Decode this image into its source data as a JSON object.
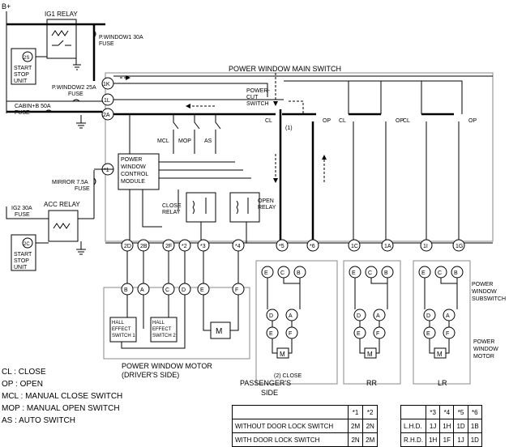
{
  "supply_label": "B+",
  "relays": {
    "ig1": "IG1 RELAY",
    "acc": "ACC RELAY",
    "close": "CLOSE\nRELAY",
    "open": "OPEN\nRELAY",
    "close_l1": "CLOSE",
    "close_l2": "RELAY",
    "open_l1": "OPEN",
    "open_l2": "RELAY"
  },
  "units": {
    "start_stop_top": [
      "START",
      "STOP",
      "UNIT"
    ],
    "start_stop_bottom": [
      "START",
      "STOP",
      "UNIT"
    ],
    "start_stop_top_id": "2S",
    "start_stop_bottom_id": "2C",
    "pw_module": [
      "POWER",
      "WINDOW",
      "CONTROL",
      "MODULE"
    ]
  },
  "fuses": {
    "pwindow1": [
      "P.WINDOW1 30A",
      "FUSE"
    ],
    "pwindow2": [
      "P.WINDOW2 25A",
      "FUSE"
    ],
    "cabin": [
      "CABIN+B 50A",
      "FUSE"
    ],
    "mirror": [
      "MIRROR 7.5A",
      "FUSE"
    ],
    "ig2": [
      "IG2 30A",
      "FUSE"
    ]
  },
  "main_switch": {
    "title": "POWER WINDOW MAIN SWITCH",
    "power_cut": [
      "POWER-",
      "CUT",
      "SWITCH"
    ],
    "pins_left": [
      "1K",
      "1L",
      "2A",
      "*1"
    ],
    "switch_labels": [
      "MCL",
      "MOP",
      "AS"
    ],
    "cl": "CL",
    "op": "OP",
    "marker_1": "(1)",
    "bottom_pins": [
      "2D",
      "2B",
      "2F",
      "*2",
      "*3",
      "*4",
      "*5",
      "*6",
      "1C",
      "1A",
      "1I",
      "1G"
    ]
  },
  "motor_driver": {
    "pins": [
      "B",
      "A",
      "C",
      "D",
      "E",
      "F"
    ],
    "hall1": [
      "HALL",
      "EFFECT",
      "SWITCH 1"
    ],
    "hall2": [
      "HALL",
      "EFFECT",
      "SWITCH 2"
    ],
    "motor_symbol": "M",
    "caption": [
      "POWER WINDOW MOTOR",
      "(DRIVER'S SIDE)"
    ]
  },
  "subswitch_pins_top": [
    "E",
    "C",
    "B"
  ],
  "subswitch_pins_mid": [
    "D",
    "A"
  ],
  "subswitch_pins_bot": [
    "E",
    "F"
  ],
  "sides": {
    "passenger": [
      "PASSENGER'S",
      "SIDE"
    ],
    "rr": "RR",
    "lr": "LR",
    "marker_2": "(2) CLOSE",
    "subswitch": [
      "POWER",
      "WINDOW",
      "SUBSWITCH"
    ],
    "motor": [
      "POWER",
      "WINDOW",
      "MOTOR"
    ]
  },
  "legend": [
    "CL : CLOSE",
    "OP : OPEN",
    "MCL : MANUAL CLOSE SWITCH",
    "MOP : MANUAL OPEN SWITCH",
    "AS : AUTO SWITCH"
  ],
  "table_left": {
    "headers": [
      "",
      "*1",
      "*2"
    ],
    "rows": [
      [
        "WITHOUT DOOR LOCK SWITCH",
        "2M",
        "2N"
      ],
      [
        "WITH DOOR LOCK SWITCH",
        "2N",
        "2M"
      ]
    ]
  },
  "table_right": {
    "headers": [
      "",
      "*3",
      "*4",
      "*5",
      "*6"
    ],
    "rows": [
      [
        "L.H.D.",
        "1J",
        "1H",
        "1D",
        "1B"
      ],
      [
        "R.H.D.",
        "1H",
        "1F",
        "1J",
        "1D"
      ]
    ]
  }
}
